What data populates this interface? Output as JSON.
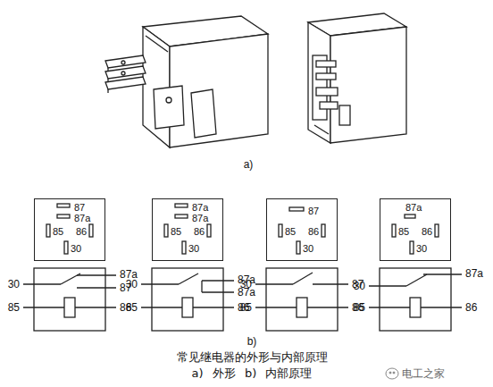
{
  "diagram": {
    "caption": "常见继电器的外形与内部原理",
    "nodes": [
      {
        "text": [
          "87",
          "87a",
          "85",
          "86",
          "30"
        ]
      },
      {
        "text": [
          "87a",
          "87a",
          "85",
          "86",
          "30"
        ]
      },
      {
        "text": [
          "87",
          "85",
          "86",
          "30"
        ]
      },
      {
        "text": [
          "87a",
          "85",
          "86",
          "30"
        ]
      }
    ],
    "labels": [
      "a)",
      "b)",
      "87a",
      "30",
      "87",
      "85",
      "86",
      "30",
      "87a",
      "87a",
      "85",
      "86",
      "30",
      "87",
      "85",
      "86",
      "87a",
      "30",
      "85",
      "86",
      "a) 外形 b) 内部原理",
      "电工之家"
    ]
  }
}
